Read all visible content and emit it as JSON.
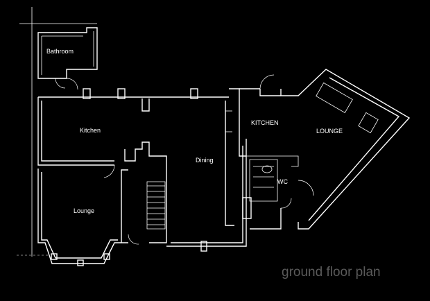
{
  "rooms": {
    "bathroom": "Bathroom",
    "kitchen": "Kitchen",
    "lounge": "Lounge",
    "dining": "Dining",
    "kitchen_ext": "KITCHEN",
    "lounge_ext": "LOUNGE",
    "wc": "WC"
  },
  "plan_title": "ground floor plan",
  "colors": {
    "background": "#000000",
    "walls": "#ffffff",
    "title": "#5a5a5a"
  }
}
